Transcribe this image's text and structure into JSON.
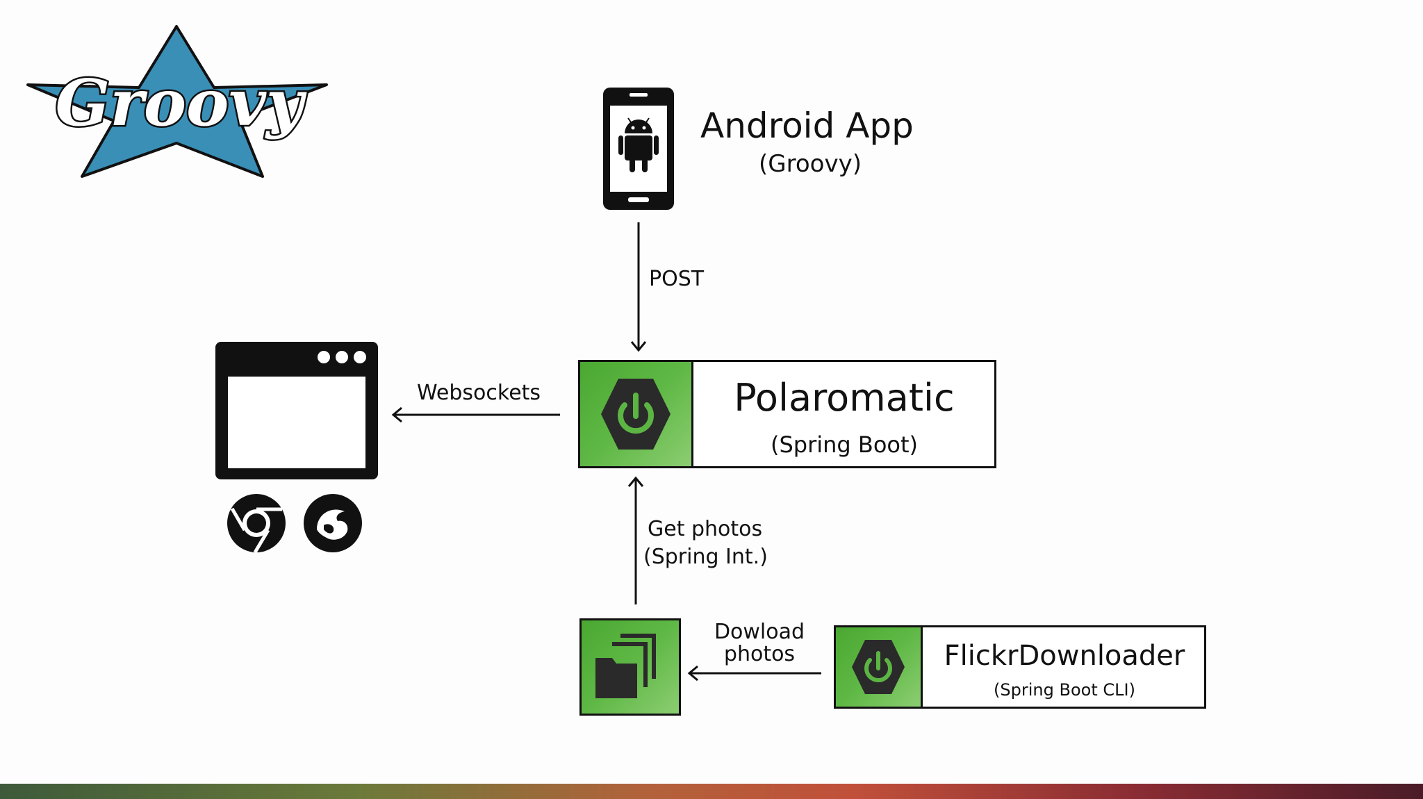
{
  "logo": {
    "text": "Groovy",
    "star_color": "#3a8fb7"
  },
  "android": {
    "title": "Android App",
    "subtitle": "(Groovy)",
    "icon": "android-phone-icon"
  },
  "edges": {
    "post": "POST",
    "websockets": "Websockets",
    "get_photos_line1": "Get photos",
    "get_photos_line2": "(Spring Int.)",
    "download_line1": "Dowload",
    "download_line2": "photos"
  },
  "polaromatic": {
    "title": "Polaromatic",
    "subtitle": "(Spring Boot)",
    "icon": "spring-power-icon"
  },
  "flickr": {
    "title": "FlickrDownloader",
    "subtitle": "(Spring Boot CLI)",
    "icon": "spring-power-icon"
  },
  "browser": {
    "icon": "browser-window-icon",
    "browsers": [
      "chrome-icon",
      "firefox-icon"
    ]
  },
  "folders": {
    "icon": "folders-icon"
  },
  "colors": {
    "green": "#5cb543",
    "dark": "#222222",
    "blue": "#3a8fb7"
  }
}
